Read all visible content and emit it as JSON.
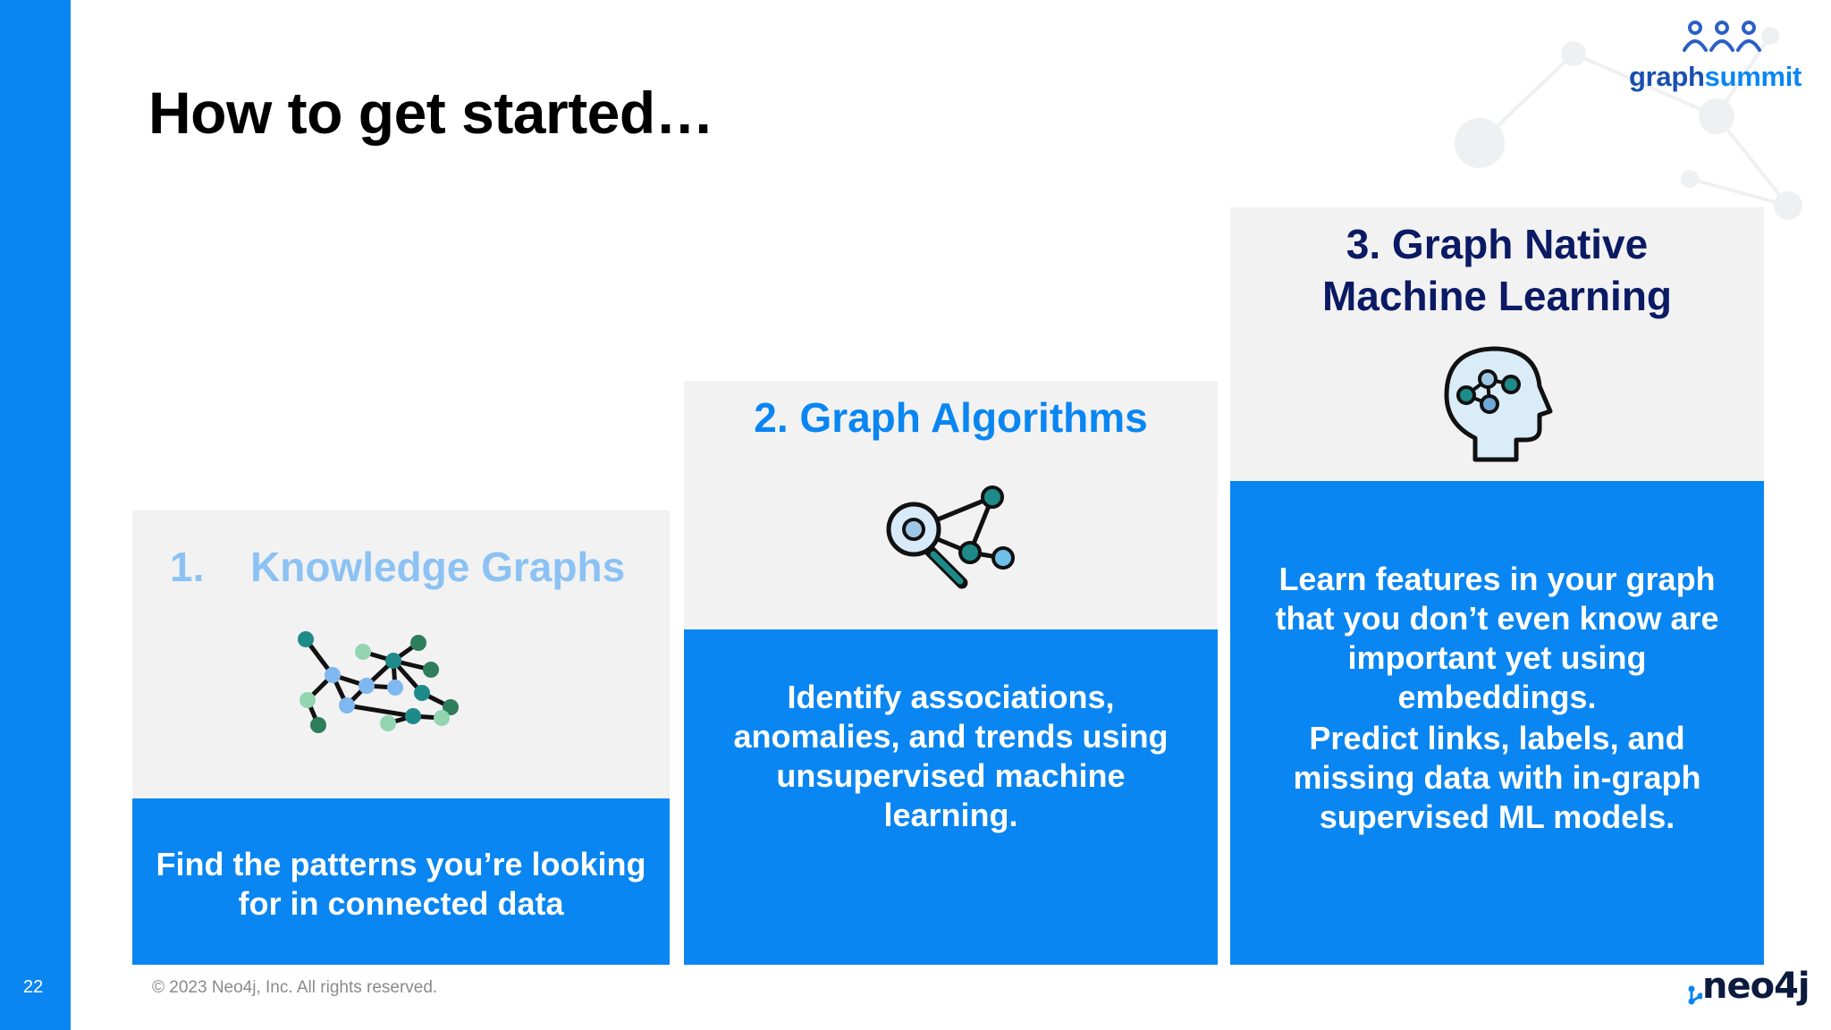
{
  "slide": {
    "title": "How to get started…",
    "page_number": "22",
    "copyright": "© 2023 Neo4j, Inc. All rights reserved."
  },
  "branding": {
    "event_logo_part1": "graph",
    "event_logo_part2": "summit",
    "company_logo": "neo4j",
    "accent_color": "#0a86f2",
    "navy_color": "#0b1a63"
  },
  "steps": [
    {
      "number": "1.",
      "title": "Knowledge Graphs",
      "icon": "network-graph-icon",
      "description": "Find the patterns you’re looking for in connected data"
    },
    {
      "title": "2. Graph Algorithms",
      "icon": "magnifier-graph-icon",
      "description": "Identify associations, anomalies, and trends using unsupervised machine learning."
    },
    {
      "title_line1": "3. Graph Native",
      "title_line2": "Machine Learning",
      "icon": "brain-head-icon",
      "description": "Learn features in your graph that you don’t even know are important yet using embeddings.",
      "description2": "Predict links, labels, and missing data with in-graph supervised ML models."
    }
  ]
}
